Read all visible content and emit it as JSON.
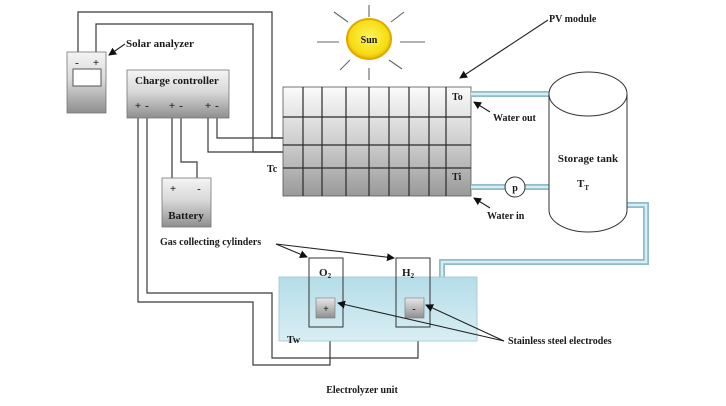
{
  "title": "PV-thermal solar water heating and electrolyzer system schematic",
  "labels": {
    "solar_analyzer": "Solar analyzer",
    "charge_controller": "Charge controller",
    "battery": "Battery",
    "sun": "Sun",
    "pv_module": "PV module",
    "storage_tank": "Storage tank",
    "tank_temp": "T",
    "tank_temp_sub": "T",
    "water_out": "Water out",
    "water_in": "Water in",
    "pump": "p",
    "to": "To",
    "ti": "Ti",
    "tc": "Tc",
    "tw": "Tw",
    "gas_cylinders": "Gas  collecting cylinders",
    "o2": "O",
    "o2_sub": "2",
    "h2": "H",
    "h2_sub": "2",
    "electrodes": "Stainless steel electrodes",
    "electrolyzer": "Electrolyzer unit"
  },
  "terminals": {
    "analyzer_neg": "-",
    "analyzer_pos": "+",
    "cc_1_pos": "+",
    "cc_1_neg": "-",
    "cc_2_pos": "+",
    "cc_2_neg": "-",
    "cc_3_pos": "+",
    "cc_3_neg": "-",
    "battery_pos": "+",
    "battery_neg": "-",
    "anode": "+",
    "cathode": "-"
  },
  "colors": {
    "sun_fill": "#f7e21a",
    "sun_stroke": "#e2a800",
    "pipe": "#8fbcc8",
    "water": "#a9d6e2",
    "device_gray": "#8c8c8c"
  }
}
